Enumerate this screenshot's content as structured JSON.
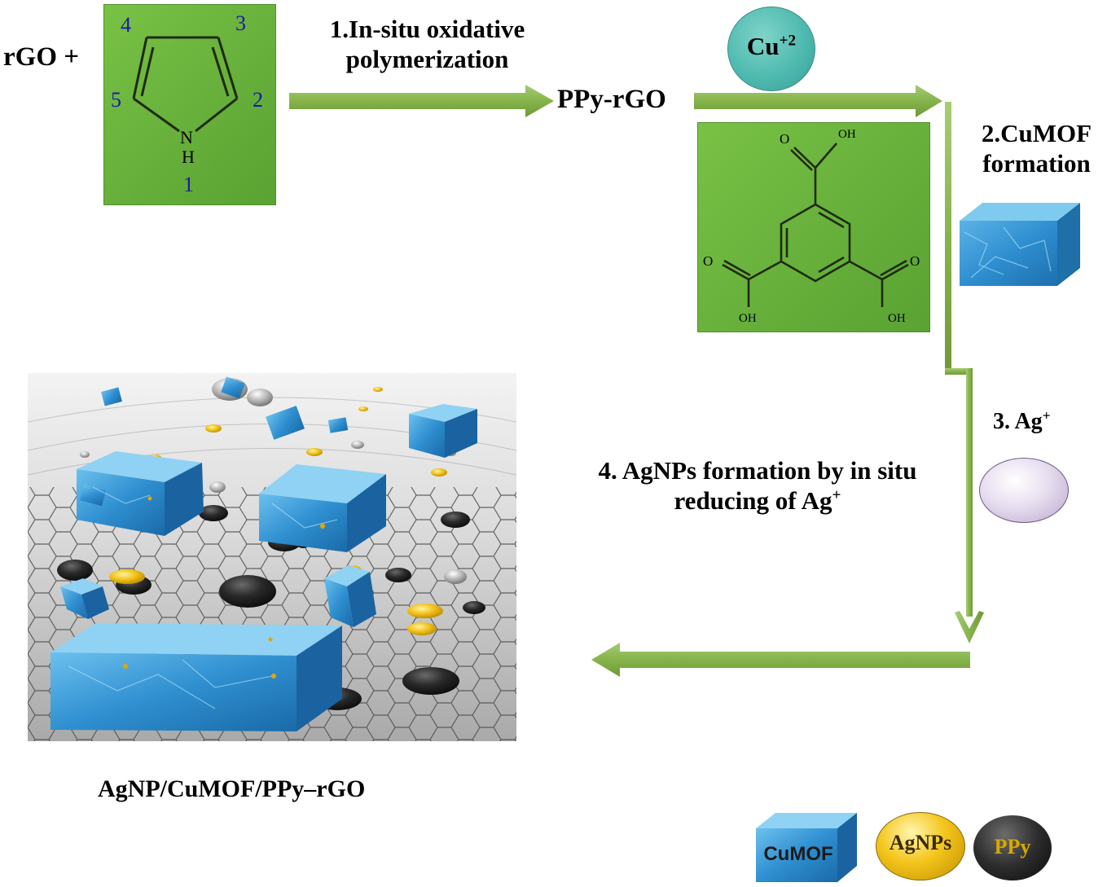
{
  "reactant": {
    "prefix": "rGO +"
  },
  "pyrrole": {
    "numbers": [
      "1",
      "2",
      "3",
      "4",
      "5"
    ],
    "nh": "N",
    "h": "H"
  },
  "step1": {
    "line1": "1.In-situ oxidative",
    "line2": "polymerization"
  },
  "product1": "PPy-rGO",
  "copper": {
    "base": "Cu",
    "charge": "+2"
  },
  "btc": {
    "oh": "OH",
    "o": "O"
  },
  "step2": {
    "line1": "2.CuMOF",
    "line2": "formation"
  },
  "step3": {
    "base": "3. Ag",
    "charge": "+"
  },
  "step4": {
    "line1": "4. AgNPs formation by in situ",
    "line2": "reducing of  Ag",
    "charge": "+"
  },
  "final_product": "AgNP/CuMOF/PPy–rGO",
  "legend": {
    "cumof": "CuMOF",
    "agnps": "AgNPs",
    "ppy": "PPy"
  },
  "colors": {
    "green": "#6ab33d",
    "arrow": "#86b34b",
    "cu_teal": "#4fbab0",
    "mof_blue": "#2f8fd0",
    "gold": "#e2b400",
    "ppy_black": "#222222"
  }
}
